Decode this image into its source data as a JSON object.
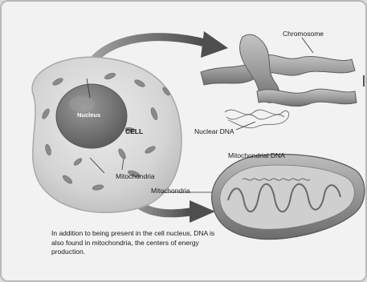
{
  "labels": {
    "chromosome": "Chromosome",
    "nucleus": "Nucleus",
    "cell": "CELL",
    "nuclear_dna": "Nuclear DNA",
    "mitochondria_in_cell": "Mitochondria",
    "mitochondrial_dna": "Mitochondrial DNA",
    "mitochondria": "Mitochondria"
  },
  "caption": "In addition to being present in the cell nucleus, DNA is also found in mitochondria, the centers of energy production.",
  "colors": {
    "cell": "#d2d2d2",
    "nucleus": "#777777",
    "chromosome": "#9a9a9a",
    "mitochondrion": "#8e8e8e",
    "arrow": "#5e5e5e"
  }
}
